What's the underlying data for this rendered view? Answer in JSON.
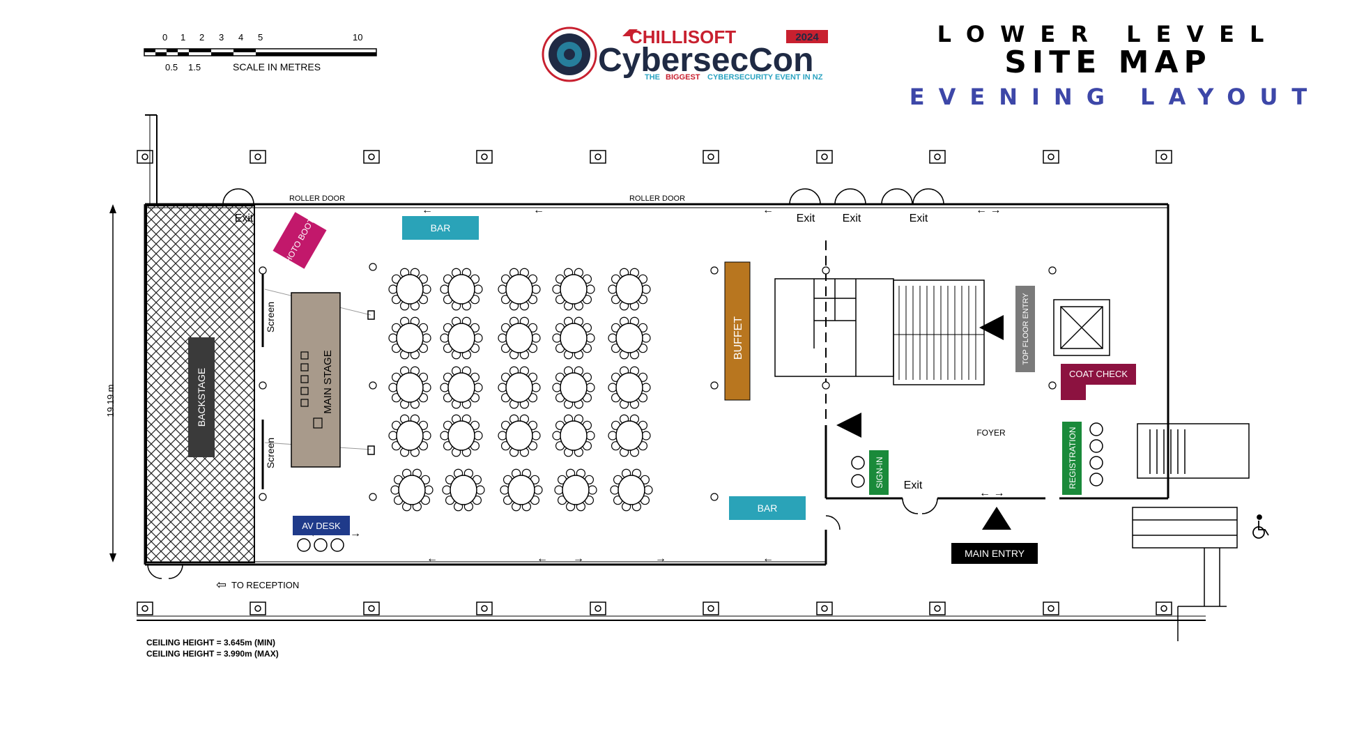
{
  "scale": {
    "top_ticks": [
      "0",
      "1",
      "2",
      "3",
      "4",
      "5",
      "10"
    ],
    "bottom_ticks": [
      "0.5",
      "1.5"
    ],
    "label": "SCALE IN METRES"
  },
  "logo": {
    "brand": "CHILLISOFT",
    "year": "2024",
    "name": "CybersecCon",
    "tagline_prefix": "THE",
    "tagline_highlight": "BIGGEST",
    "tagline_suffix": "CYBERSECURITY EVENT IN NZ",
    "colors": {
      "red": "#c8202f",
      "navy": "#1f2a44",
      "teal": "#2aa3c1"
    }
  },
  "heading": {
    "line1": "LOWER LEVEL",
    "line2": "SITE MAP",
    "line3": "EVENING LAYOUT",
    "line3_color": "#3d47a8"
  },
  "dimension": {
    "height_label": "19.19 m"
  },
  "ceiling": {
    "min": "CEILING HEIGHT = 3.645m (MIN)",
    "max": "CEILING HEIGHT = 3.990m (MAX)"
  },
  "labels": {
    "roller_door_1": "ROLLER DOOR",
    "roller_door_2": "ROLLER DOOR",
    "exit_top_left": "Exit",
    "exit_1": "Exit",
    "exit_2": "Exit",
    "exit_3": "Exit",
    "exit_foyer": "Exit",
    "foyer": "FOYER",
    "to_reception": "TO RECEPTION",
    "screen_top": "Screen",
    "screen_bottom": "Screen"
  },
  "zones": {
    "photo_booth": "PHOTO BOOTH",
    "bar_top": "BAR",
    "bar_bottom": "BAR",
    "main_stage": "MAIN STAGE",
    "backstage": "BACKSTAGE",
    "buffet": "BUFFET",
    "top_floor_entry": "TOP FLOOR ENTRY",
    "coat_check": "COAT CHECK",
    "registration": "REGISTRATION",
    "sign_in": "SIGN-IN",
    "av_desk": "AV DESK",
    "main_entry": "MAIN ENTRY"
  },
  "colors": {
    "bar": "#2aa3b8",
    "photo_booth": "#c2186b",
    "buffet": "#b8761f",
    "main_stage": "#a89a8b",
    "backstage": "#3a3a3a",
    "top_floor_entry": "#7a7a7a",
    "coat_check": "#8c1240",
    "registration": "#1a8a3a",
    "sign_in": "#1a8a3a",
    "av_desk": "#1f3a8a",
    "main_entry": "#000000"
  },
  "tables": {
    "columns": 5,
    "rows": 5
  }
}
